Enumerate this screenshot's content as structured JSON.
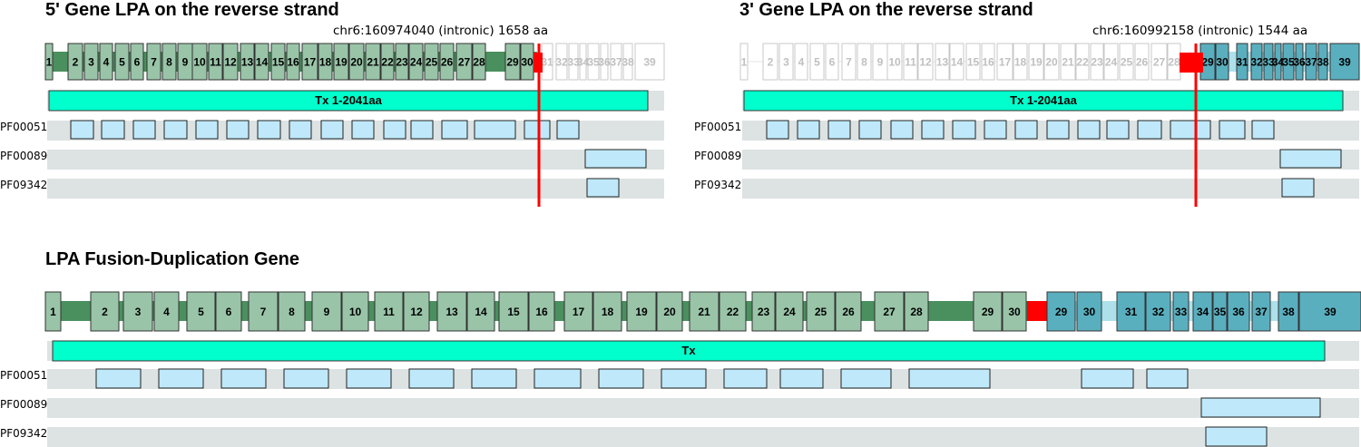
{
  "panels": {
    "five_prime": {
      "title": "5' Gene LPA on the reverse strand",
      "subtitle": "chr6:160974040 (intronic) 1658 aa",
      "tx_label": "Tx 1-2041aa",
      "domain_labels": [
        "PF00051",
        "PF00089",
        "PF09342"
      ]
    },
    "three_prime": {
      "title": "3' Gene LPA on the reverse strand",
      "subtitle": "chr6:160992158 (intronic) 1544 aa",
      "tx_label": "Tx 1-2041aa",
      "domain_labels": [
        "PF00051",
        "PF00089",
        "PF09342"
      ]
    },
    "fusion": {
      "title": "LPA Fusion-Duplication Gene",
      "tx_label": "Tx",
      "domain_labels": [
        "PF00051",
        "PF00089",
        "PF09342"
      ]
    }
  },
  "exon_labels": [
    "1",
    "2",
    "3",
    "4",
    "5",
    "6",
    "7",
    "8",
    "9",
    "10",
    "11",
    "12",
    "13",
    "14",
    "15",
    "16",
    "17",
    "18",
    "19",
    "20",
    "21",
    "22",
    "23",
    "24",
    "25",
    "26",
    "27",
    "28",
    "29",
    "30",
    "31",
    "32",
    "33",
    "34",
    "35",
    "36",
    "37",
    "38",
    "39"
  ],
  "colors": {
    "five_prime_exon": "#99c4a8",
    "five_prime_intron": "#4a8f5e",
    "three_prime_exon": "#5aafbf",
    "three_prime_intron": "#aee0ea",
    "breakpoint": "#ff0000",
    "transcript": "#00ffcc",
    "domain": "#bfe9fb",
    "track_bg": "#dde2e2",
    "faded_exon_text": "#c0c0c0"
  }
}
